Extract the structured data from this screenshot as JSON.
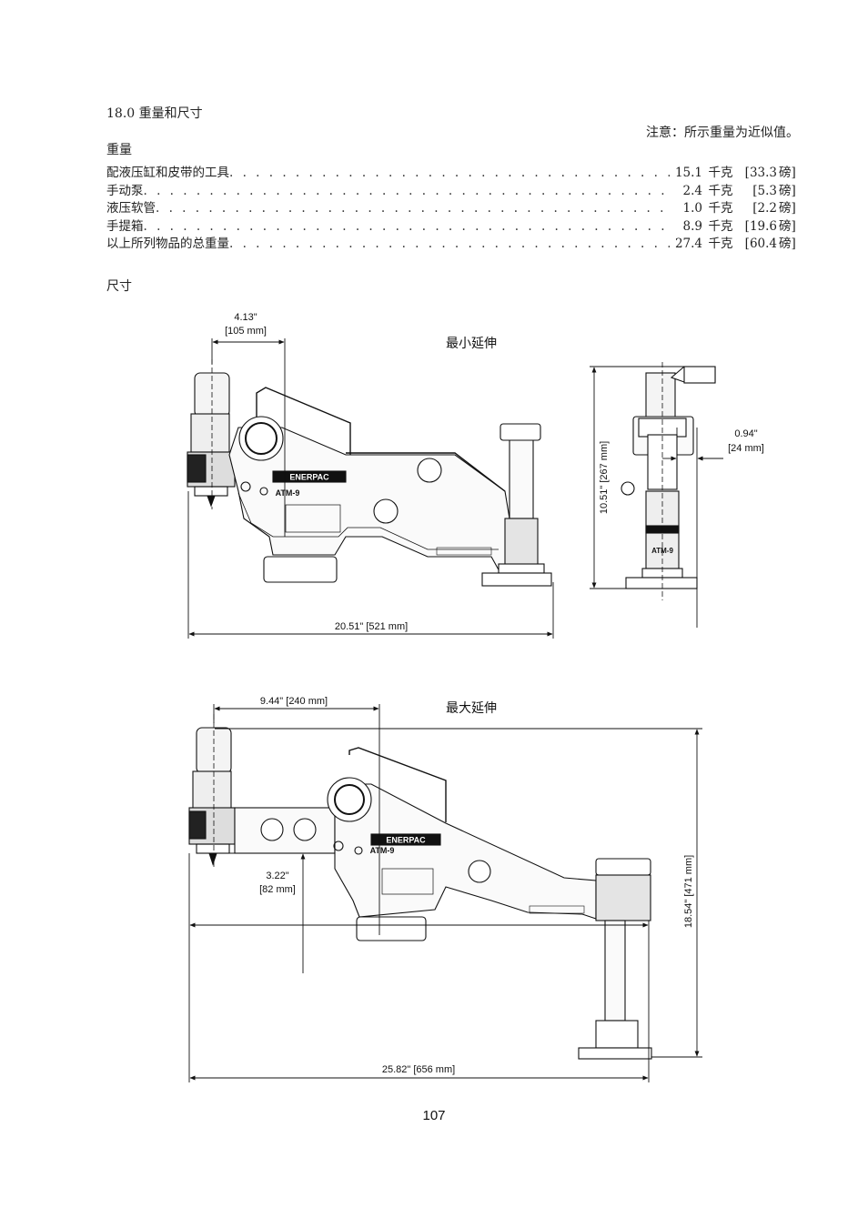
{
  "section": {
    "heading": "18.0 重量和尺寸",
    "note": "注意：所示重量为近似值。"
  },
  "weights": {
    "label": "重量",
    "rows": [
      {
        "item": "配液压缸和皮带的工具",
        "kg": "15.1",
        "kg_unit": "千克",
        "lb": "[33.3",
        "lb_unit": "磅]"
      },
      {
        "item": "手动泵",
        "kg": "2.4",
        "kg_unit": "千克",
        "lb": "[5.3",
        "lb_unit": "磅]"
      },
      {
        "item": "液压软管",
        "kg": "1.0",
        "kg_unit": "千克",
        "lb": "[2.2",
        "lb_unit": "磅]"
      },
      {
        "item": "手提箱",
        "kg": "8.9",
        "kg_unit": "千克",
        "lb": "[19.6",
        "lb_unit": "磅]"
      },
      {
        "item": "以上所列物品的总重量",
        "kg": "27.4",
        "kg_unit": "千克",
        "lb": "[60.4",
        "lb_unit": "磅]"
      }
    ]
  },
  "dimensions": {
    "label": "尺寸",
    "min_extension": {
      "title": "最小延伸",
      "dim_top_in": "4.13\"",
      "dim_top_mm": "[105 mm]",
      "dim_length": "20.51\" [521 mm]",
      "dim_height": "10.51\" [267 mm]",
      "dim_offset_in": "0.94\"",
      "dim_offset_mm": "[24 mm]"
    },
    "max_extension": {
      "title": "最大延伸",
      "dim_top": "9.44\" [240 mm]",
      "dim_drop_in": "3.22\"",
      "dim_drop_mm": "[82 mm]",
      "dim_length": "25.82\" [656 mm]",
      "dim_height": "18.54\" [471 mm]"
    },
    "tool_markings": {
      "brand": "ENERPAC",
      "model": "ATM-9"
    }
  },
  "page_number": "107"
}
